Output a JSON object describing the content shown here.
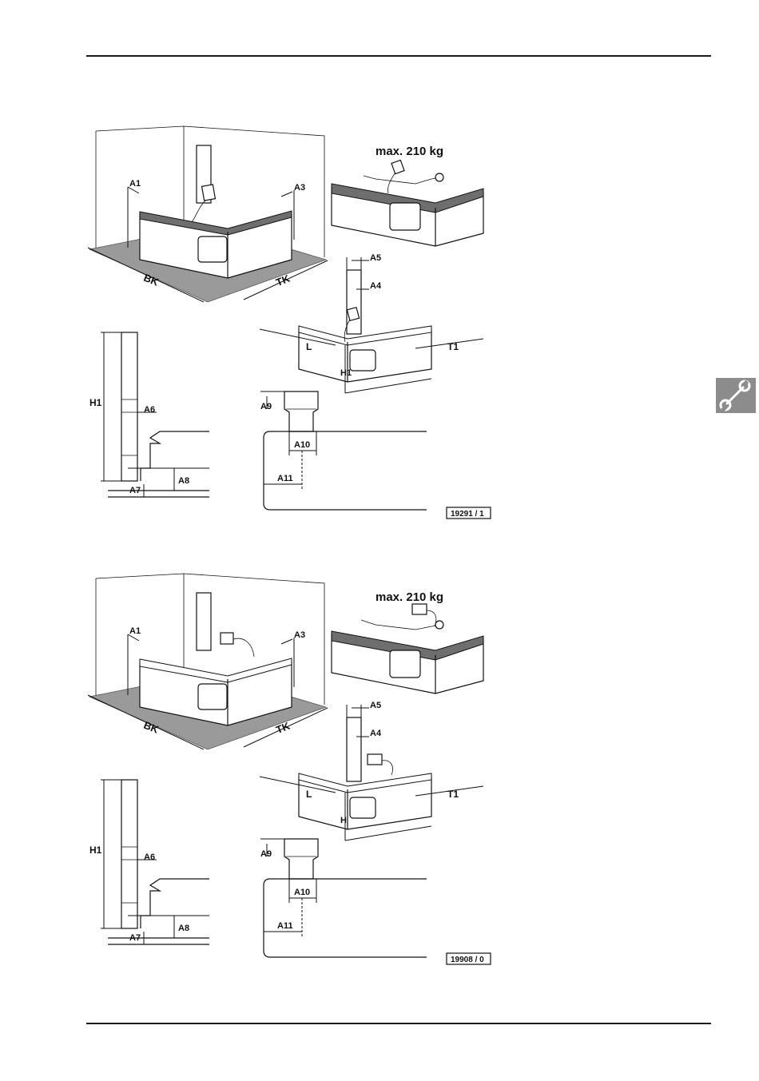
{
  "page": {
    "tab_icon": "wrench-icon"
  },
  "diagram_top": {
    "max_load": "max. 210 kg",
    "labels": {
      "A1": "A1",
      "A3": "A3",
      "BK": "BK",
      "TK": "TK",
      "A4": "A4",
      "A5": "A5",
      "L": "L",
      "T1": "T1",
      "H": "H1",
      "H1": "H1",
      "A6": "A6",
      "A7": "A7",
      "A8": "A8",
      "A9": "A9",
      "A10": "A10",
      "A11": "A11"
    },
    "figure_id": "19291 / 1"
  },
  "diagram_bottom": {
    "max_load": "max. 210 kg",
    "labels": {
      "A1": "A1",
      "A3": "A3",
      "BK": "BK",
      "TK": "TK",
      "A4": "A4",
      "A5": "A5",
      "L": "L",
      "T1": "T1",
      "H": "H",
      "H1": "H1",
      "A6": "A6",
      "A7": "A7",
      "A8": "A8",
      "A9": "A9",
      "A10": "A10",
      "A11": "A11"
    },
    "figure_id": "19908 / 0"
  }
}
